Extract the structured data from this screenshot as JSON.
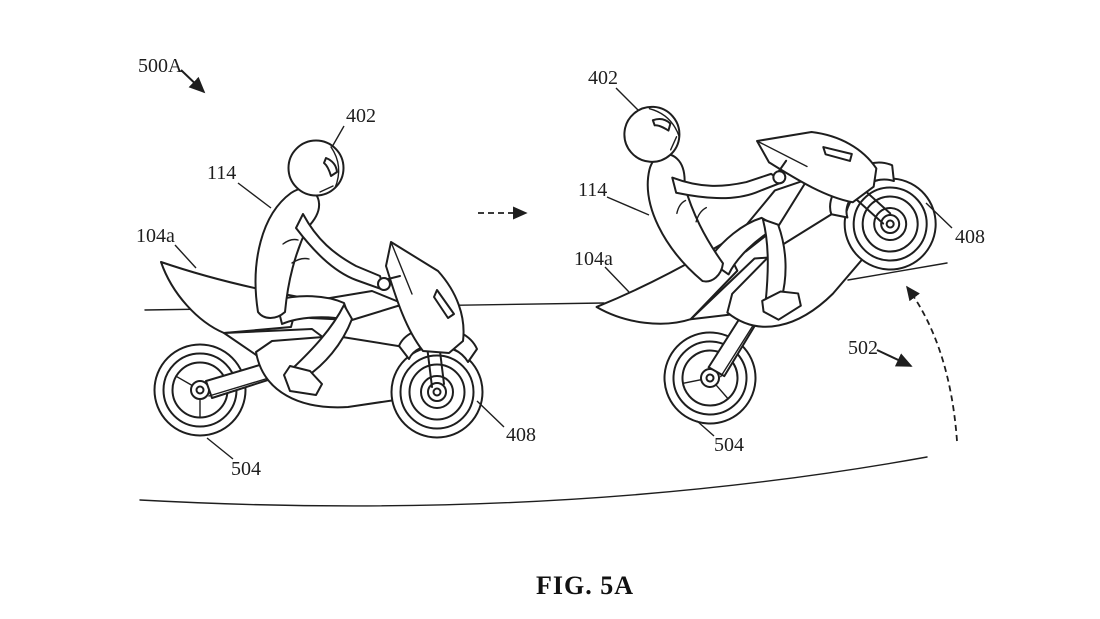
{
  "figure": {
    "caption": "FIG. 5A",
    "labels": {
      "overall": "500A",
      "left_bike": {
        "helmet": "402",
        "rider_jacket": "114",
        "tail_section": "104a",
        "front_wheel": "408",
        "rear_wheel": "504"
      },
      "right_bike": {
        "helmet": "402",
        "rider_jacket": "114",
        "tail_section": "104a",
        "front_wheel": "408",
        "rear_wheel": "504",
        "pitch_rotation": "502"
      }
    },
    "colors": {
      "line": "#1e1e1e",
      "background": "#ffffff"
    }
  }
}
